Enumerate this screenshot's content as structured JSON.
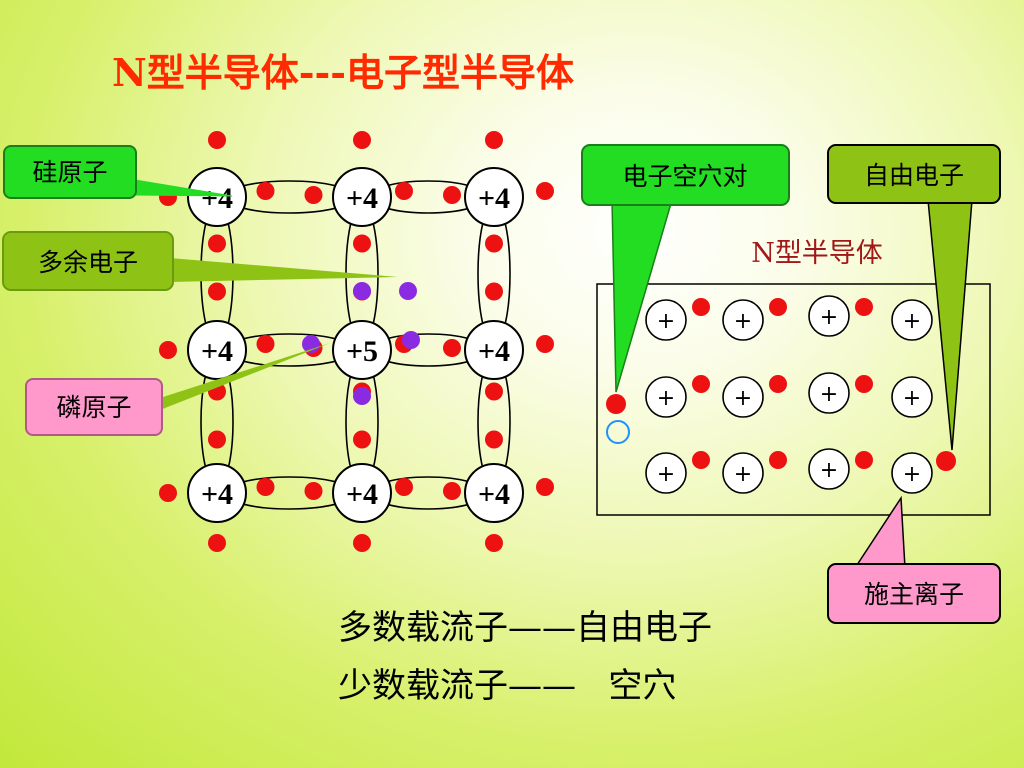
{
  "title": "N型半导体---电子型半导体",
  "callouts": {
    "silicon_atom": "硅原子",
    "extra_electron": "多余电子",
    "phosphorus_atom": "磷原子",
    "electron_hole_pair": "电子空穴对",
    "free_electron": "自由电子",
    "donor_ion": "施主离子"
  },
  "lattice": {
    "atoms": [
      {
        "label": "+4"
      },
      {
        "label": "+4"
      },
      {
        "label": "+4"
      },
      {
        "label": "+4"
      },
      {
        "label": "+5"
      },
      {
        "label": "+4"
      },
      {
        "label": "+4"
      },
      {
        "label": "+4"
      },
      {
        "label": "+4"
      }
    ]
  },
  "ntype_box": {
    "label": "N型半导体",
    "ion_symbol": "+"
  },
  "summary": {
    "majority": "多数载流子——自由电子",
    "minority": "少数载流子——   空穴"
  },
  "colors": {
    "title": "#ff2a00",
    "electron": "#ee1111",
    "extra_electron": "#8a2be2",
    "hole": "#1e90ff",
    "callout_green": "#22dd22",
    "callout_olive": "#8ec316",
    "callout_pink": "#ff99cc"
  }
}
